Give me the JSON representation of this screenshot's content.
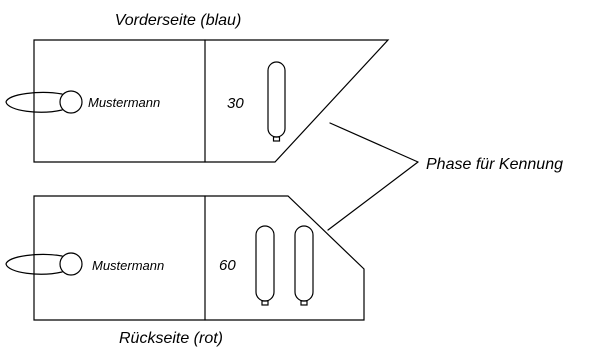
{
  "labels": {
    "front_title": "Vorderseite (blau)",
    "back_title": "Rückseite (rot)",
    "phase_label": "Phase für Kennung",
    "front_name": "Mustermann",
    "back_name": "Mustermann",
    "front_number": "30",
    "back_number": "60"
  },
  "front_card": {
    "cylinder_count": 1
  },
  "back_card": {
    "cylinder_count": 2
  }
}
